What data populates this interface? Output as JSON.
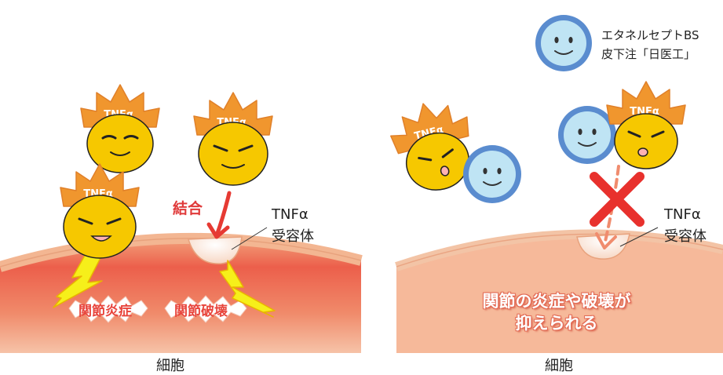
{
  "left_panel": {
    "binding_label": "結合",
    "receptor_label_line1": "TNFα",
    "receptor_label_line2": "受容体",
    "effect_1": "関節炎症",
    "effect_2": "関節破壊",
    "cell_label": "細胞",
    "tnf_text": "TNFα"
  },
  "right_panel": {
    "drug_label_line1": "エタネルセプトBS",
    "drug_label_line2": "皮下注「日医工」",
    "receptor_label_line1": "TNFα",
    "receptor_label_line2": "受容体",
    "result_line1": "関節の炎症や破壊が",
    "result_line2": "抑えられる",
    "cell_label": "細胞",
    "tnf_text": "TNFα"
  },
  "colors": {
    "tnf_face": "#f6c800",
    "tnf_crown": "#f0962e",
    "drug_face": "#bfe4f4",
    "drug_ring": "#5a8ccf",
    "cell_surface": "#f6c7a8",
    "cell_inner": "#ec5a4c",
    "arrow_red": "#e63a33",
    "cross_red": "#e8312d",
    "lightning": "#f6ef1a"
  }
}
